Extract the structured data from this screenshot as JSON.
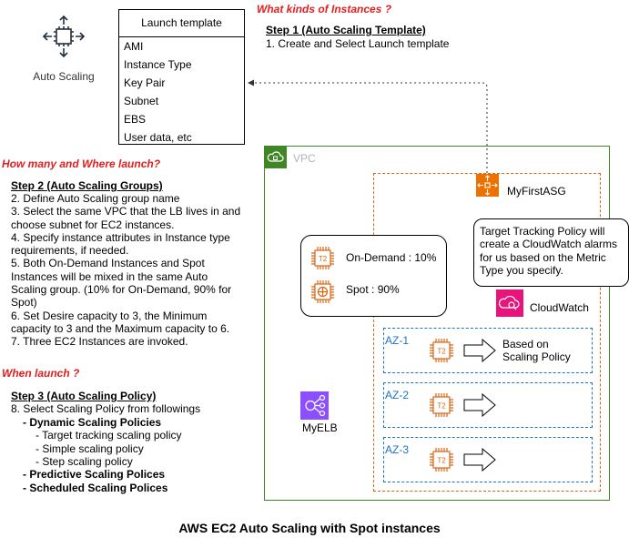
{
  "autoscaling": {
    "label": "Auto Scaling",
    "icon": "autoscaling-icon"
  },
  "launch_template": {
    "title": "Launch template",
    "items": [
      "AMI",
      "Instance Type",
      "Key Pair",
      "Subnet",
      "EBS",
      "User data,  etc"
    ]
  },
  "q1": {
    "title": "What kinds of Instances ?"
  },
  "step1": {
    "title": "Step 1 (Auto Scaling Template)",
    "lines": [
      "1. Create and Select Launch template"
    ]
  },
  "q2": {
    "title": "How many and Where launch?"
  },
  "step2": {
    "title": "Step 2 (Auto Scaling Groups)",
    "lines": [
      "2. Define Auto Scaling group name",
      "3. Select the same VPC that the LB lives in and",
      "choose subnet for EC2 instances.",
      "4. Specify instance attributes in Instance type",
      "requirements, if needed.",
      "5. Both On-Demand Instances and Spot",
      "Instances will be mixed in the same Auto",
      "Scaling group. (10% for On-Demand, 90% for",
      "Spot)",
      "6. Set Desire capacity to 3, the Minimum",
      "capacity to 3 and the Maximum capacity to 6.",
      "7. Three EC2 Instances are invoked."
    ]
  },
  "q3": {
    "title": "When launch ?"
  },
  "step3": {
    "title": "Step 3 (Auto Scaling Policy)",
    "intro": "8. Select Scaling Policy from followings",
    "dynamic": "- Dynamic Scaling Policies",
    "dynamic_items": [
      "- Target tracking scaling policy",
      "- Simple scaling policy",
      "- Step scaling policy"
    ],
    "predictive": "- Predictive Scaling Polices",
    "scheduled": "- Scheduled Scaling Polices"
  },
  "vpc": {
    "label": "VPC",
    "icon": "vpc-cloud-icon"
  },
  "asg": {
    "label": "MyFirstASG",
    "icon": "autoscaling-group-icon"
  },
  "instance_mix": {
    "ondemand": "On-Demand : 10%",
    "spot": "Spot : 90%",
    "t2": "T2"
  },
  "tracking_note": {
    "lines": [
      "Target Tracking Policy will",
      "create a CloudWatch alarms",
      "for us based on the Metric",
      "Type you specify."
    ]
  },
  "cloudwatch": {
    "label": "CloudWatch",
    "icon": "cloudwatch-icon"
  },
  "azs": [
    {
      "label": "AZ-1",
      "note": [
        "Based on",
        "Scaling Policy"
      ]
    },
    {
      "label": "AZ-2"
    },
    {
      "label": "AZ-3"
    }
  ],
  "elb": {
    "label": "MyELB",
    "icon": "elb-icon"
  },
  "caption": "AWS EC2 Auto Scaling with Spot instances",
  "colors": {
    "heading_red": "#e02020",
    "vpc_green": "#3f8624",
    "asg_orange": "#d86613",
    "az_blue": "#1a73c7",
    "elb_purple": "#8c4fff",
    "cloudwatch_pink": "#e7157b"
  }
}
